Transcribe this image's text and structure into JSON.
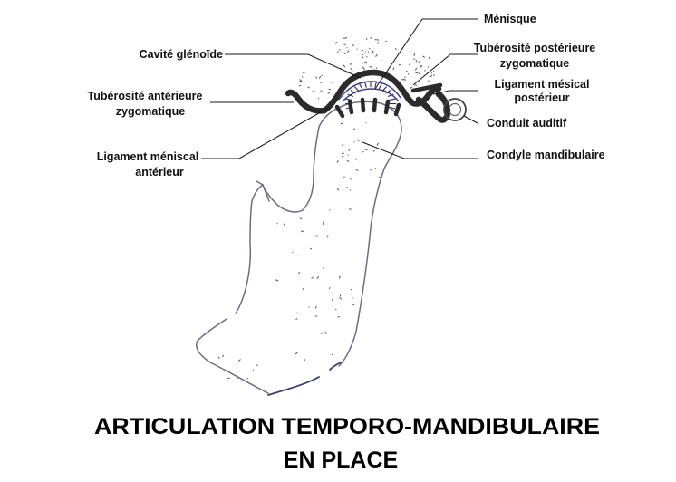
{
  "labels": {
    "menisque": "Ménisque",
    "cavite_glenoide": "Cavité glénoïde",
    "tuberosite_posterieure_l1": "Tubérosité postérieure",
    "tuberosite_posterieure_l2": "zygomatique",
    "tuberosite_anterieure_l1": "Tubérosité antérieure",
    "tuberosite_anterieure_l2": "zygomatique",
    "ligament_mesical_posterieur_l1": "Ligament mésical",
    "ligament_mesical_posterieur_l2": "postérieur",
    "conduit_auditif": "Conduit auditif",
    "ligament_meniscal_anterieur_l1": "Ligament méniscal",
    "ligament_meniscal_anterieur_l2": "antérieur",
    "condyle_mandibulaire": "Condyle mandibulaire"
  },
  "title": {
    "line1": "ARTICULATION TEMPORO-MANDIBULAIRE",
    "line2": "EN PLACE"
  }
}
